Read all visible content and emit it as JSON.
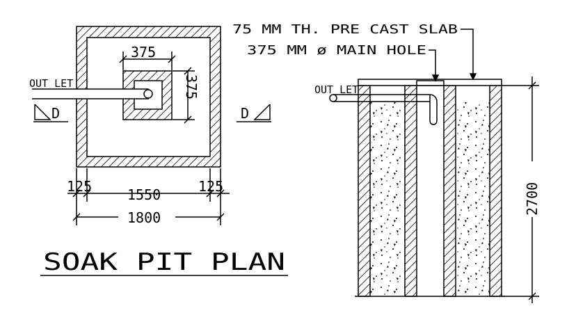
{
  "title": "SOAK PIT PLAN",
  "plan": {
    "outlet_label": "OUT LET",
    "section_mark_left": "D",
    "section_mark_right": "D",
    "hole_width": "375",
    "hole_height": "375",
    "wall_left": "125",
    "inner_width": "1550",
    "wall_right": "125",
    "overall_width": "1800"
  },
  "section": {
    "note_slab": "75 MM TH. PRE CAST SLAB",
    "note_hole": "375 MM ø MAIN HOLE",
    "outlet_label": "OUT LET",
    "depth": "2700"
  }
}
